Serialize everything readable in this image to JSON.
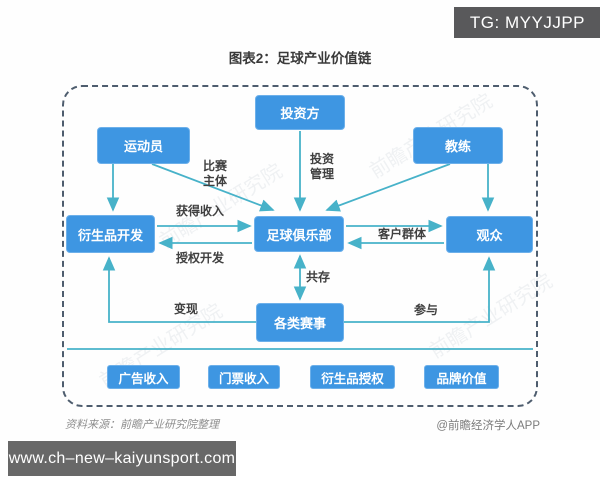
{
  "badge": {
    "text": "TG: MYYJJPP"
  },
  "title": "图表2：足球产业价值链",
  "diagram": {
    "nodes": {
      "investor": "投资方",
      "athlete": "运动员",
      "coach": "教练",
      "derivatives": "衍生品开发",
      "club": "足球俱乐部",
      "audience": "观众",
      "events": "各类赛事",
      "ad_revenue": "广告收入",
      "ticket_revenue": "门票收入",
      "derivative_licensing": "衍生品授权",
      "brand_value": "品牌价值"
    },
    "edge_labels": {
      "match_subject": "比赛\n主体",
      "investment_management": "投资\n管理",
      "gain_income": "获得收入",
      "licensed_development": "授权开发",
      "customer_group": "客户群体",
      "coexist": "共存",
      "monetize": "变现",
      "participate": "参与"
    },
    "edges": [
      {
        "from": "athlete",
        "to": "derivatives",
        "label": ""
      },
      {
        "from": "athlete",
        "to": "club",
        "label": "比赛主体"
      },
      {
        "from": "investor",
        "to": "club",
        "label": "投资管理"
      },
      {
        "from": "coach",
        "to": "club",
        "label": ""
      },
      {
        "from": "coach",
        "to": "audience",
        "label": ""
      },
      {
        "from": "derivatives",
        "to": "club",
        "label": "获得收入"
      },
      {
        "from": "club",
        "to": "derivatives",
        "label": "授权开发"
      },
      {
        "from": "club",
        "to": "audience",
        "label": "客户群体"
      },
      {
        "from": "audience",
        "to": "club",
        "label": ""
      },
      {
        "from": "club",
        "to": "events",
        "label": "共存",
        "bidirectional": true
      },
      {
        "from": "events",
        "to": "derivatives",
        "label": "变现"
      },
      {
        "from": "events",
        "to": "audience",
        "label": "参与"
      }
    ],
    "colors": {
      "node_fill": "#3e96e2",
      "node_border": "#6db0ea",
      "edge_line": "#47b2c9",
      "frame_dash": "#4e5d6e",
      "label_text": "#404040"
    }
  },
  "watermark": "前瞻产业研究院",
  "footer": {
    "source": "资料来源：前瞻产业研究院整理",
    "credit": "@前瞻经济学人APP"
  },
  "bottom_bar": {
    "url": "www.ch–new–kaiyunsport.com",
    "bg": "#686868"
  }
}
